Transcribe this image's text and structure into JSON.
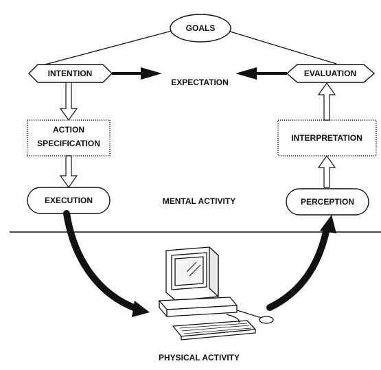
{
  "labels": {
    "goals": "GOALS",
    "intention": "INTENTION",
    "expectation": "EXPECTATION",
    "evaluation": "EVALUATION",
    "action_specification_line1": "ACTION",
    "action_specification_line2": "SPECIFICATION",
    "interpretation": "INTERPRETATION",
    "execution": "EXECUTION",
    "mental_activity": "MENTAL ACTIVITY",
    "perception": "PERCEPTION",
    "physical_activity": "PHYSICAL ACTIVITY"
  },
  "icons": {
    "computer": "computer-icon"
  }
}
